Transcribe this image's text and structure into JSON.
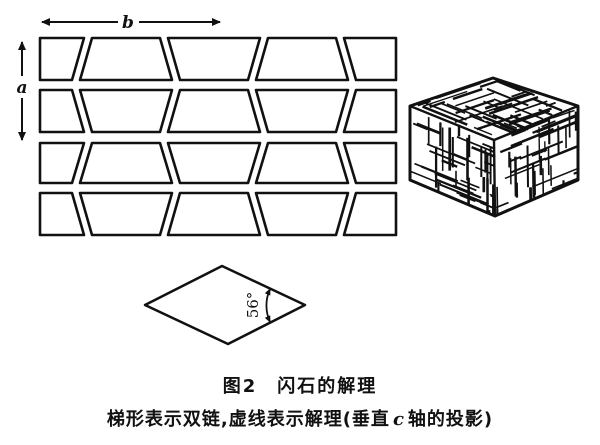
{
  "axes": {
    "b_label": "b",
    "a_label": "a"
  },
  "rhombus": {
    "angle_label": "56°"
  },
  "caption": {
    "title": "图2　闪石的解理",
    "subtitle_part1": "梯形表示双链,虚线表示解理(垂直",
    "subtitle_axis": "c",
    "subtitle_part2": "轴的投影)"
  },
  "colors": {
    "ink": "#111111",
    "paper": "#ffffff"
  }
}
